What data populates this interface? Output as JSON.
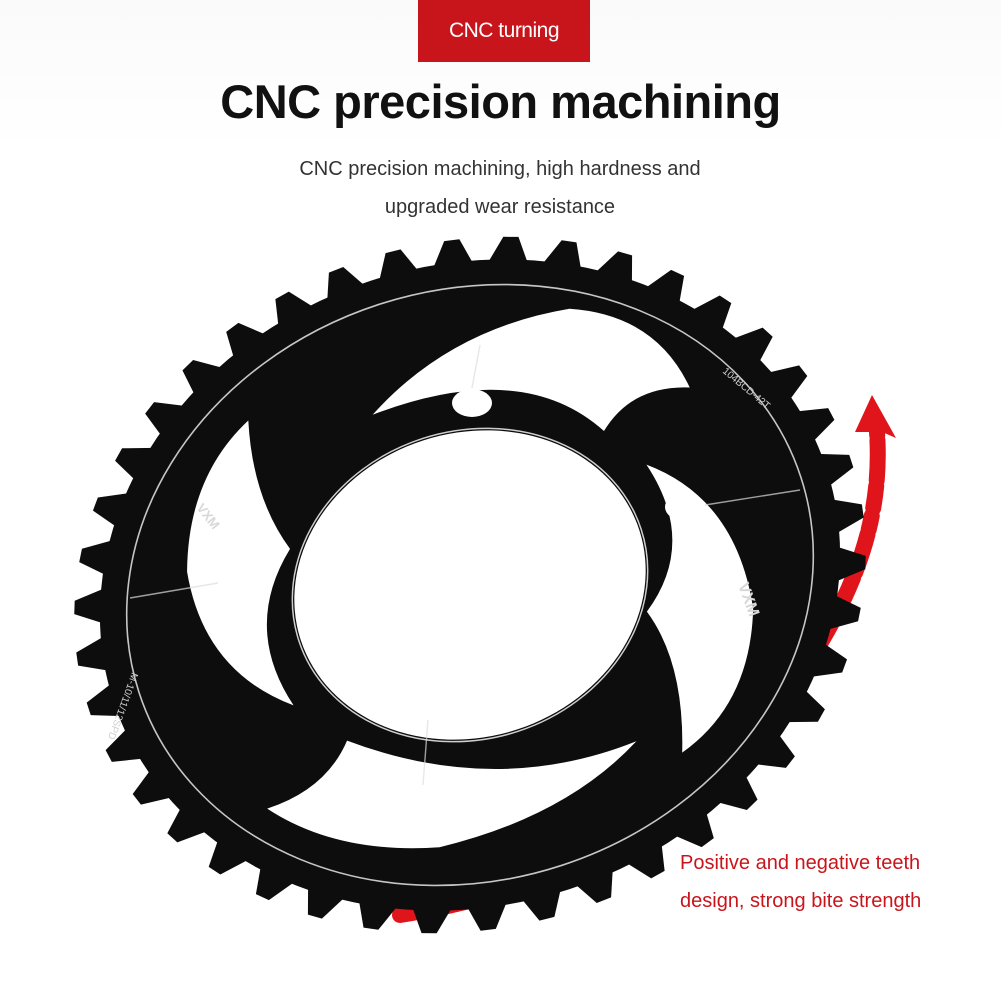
{
  "banner": {
    "tag": "CNC turning"
  },
  "heading": {
    "title": "CNC precision machining",
    "subtitle_line1": "CNC precision machining, high hardness and",
    "subtitle_line2": "upgraded wear resistance"
  },
  "callout": {
    "line1": "Positive and negative teeth",
    "line2": "design, strong bite strength"
  },
  "product": {
    "brand_mark": "VXM",
    "spec_text_1": "104BCD-42T",
    "spec_text_2": "M-10/11/12SPD",
    "teeth_count": 42,
    "bolt_holes": 4
  },
  "colors": {
    "accent_red": "#c8151c",
    "metal": "#0d0d0d",
    "text_dark": "#111111"
  }
}
